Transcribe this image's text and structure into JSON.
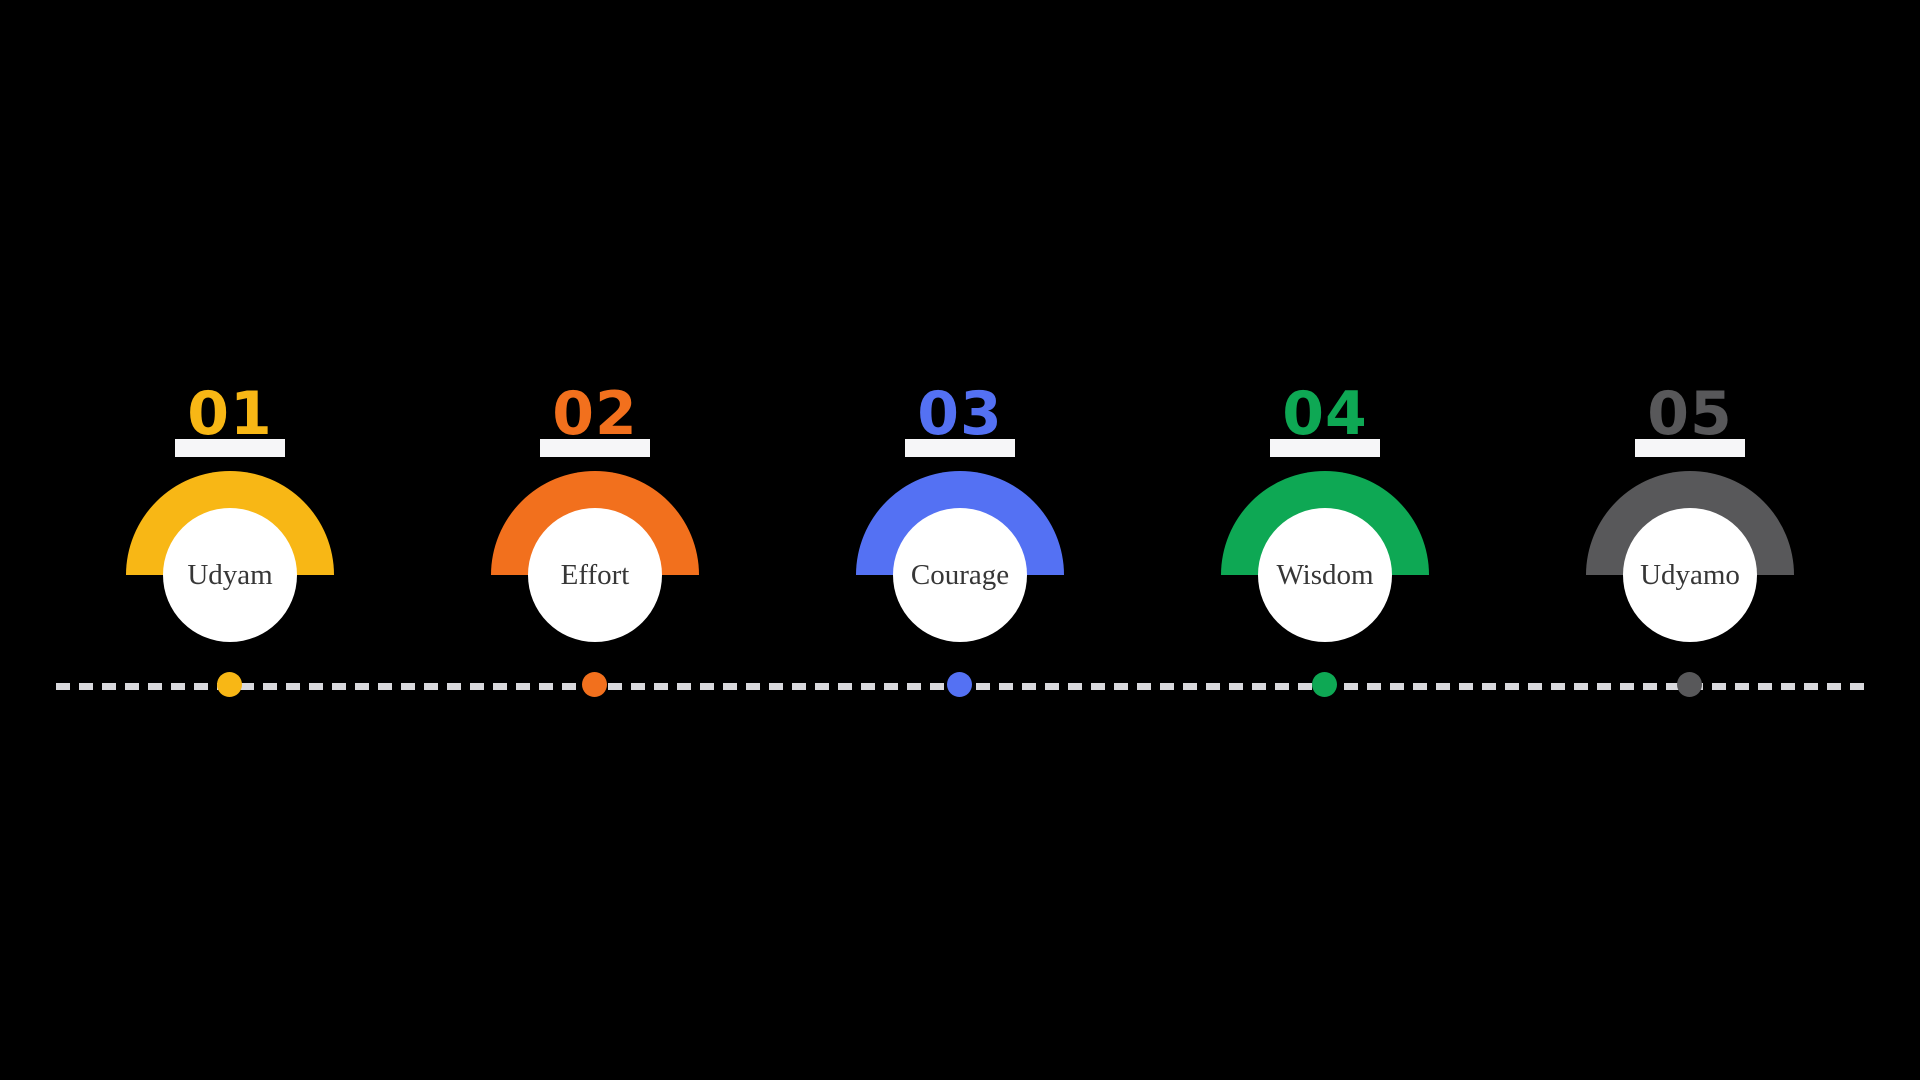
{
  "background": "#000000",
  "timeline": {
    "dash_color": "#D9D9DD",
    "bar_color": "#F6F6F8",
    "circle_color": "#FFFFFF",
    "label_color": "#373737"
  },
  "steps": [
    {
      "number": "01",
      "label": "Udyam",
      "color": "#F8B715"
    },
    {
      "number": "02",
      "label": "Effort",
      "color": "#F2701D"
    },
    {
      "number": "03",
      "label": "Courage",
      "color": "#5471F3"
    },
    {
      "number": "04",
      "label": "Wisdom",
      "color": "#0EA854"
    },
    {
      "number": "05",
      "label": "Udyamo",
      "color": "#58585A"
    }
  ]
}
